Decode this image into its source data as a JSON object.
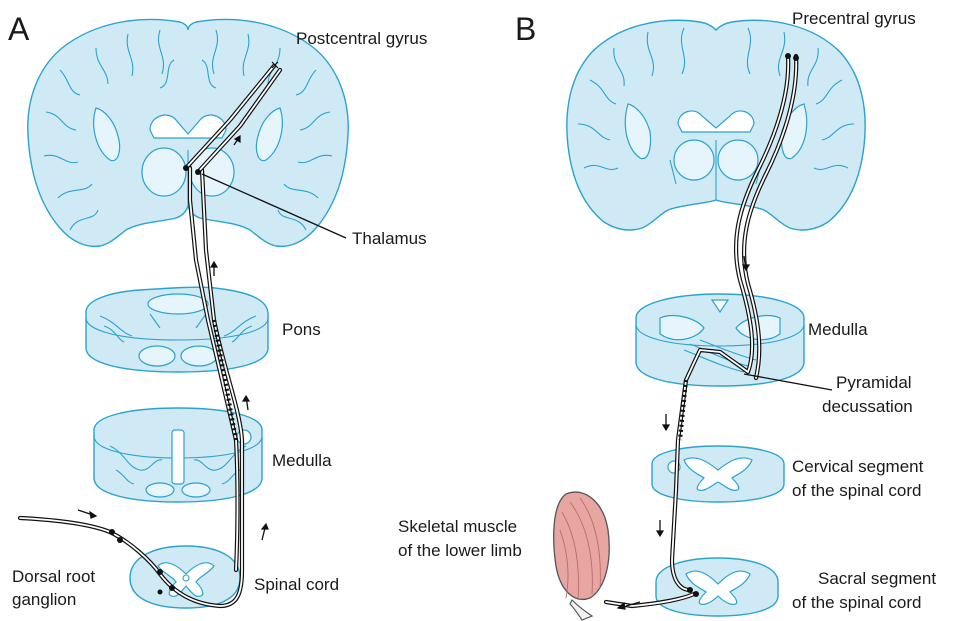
{
  "panels": {
    "a": {
      "letter": "A",
      "labels": {
        "postcentral_gyrus": "Postcentral gyrus",
        "thalamus": "Thalamus",
        "pons": "Pons",
        "medulla": "Medulla",
        "spinal_cord": "Spinal cord",
        "dorsal_root_line1": "Dorsal root",
        "dorsal_root_line2": "ganglion"
      }
    },
    "b": {
      "letter": "B",
      "labels": {
        "precentral_gyrus": "Precentral gyrus",
        "medulla": "Medulla",
        "pyramidal_line1": "Pyramidal",
        "pyramidal_line2": "decussation",
        "cervical_line1": "Cervical segment",
        "cervical_line2": "of the spinal cord",
        "muscle_line1": "Skeletal muscle",
        "muscle_line2": "of the lower limb",
        "sacral_line1": "Sacral segment",
        "sacral_line2": "of the spinal cord"
      }
    }
  },
  "colors": {
    "tissue_fill": "#cfeaf5",
    "tissue_stroke": "#2aa3cf",
    "tract": "#111111",
    "muscle": "#e7a6a2"
  }
}
